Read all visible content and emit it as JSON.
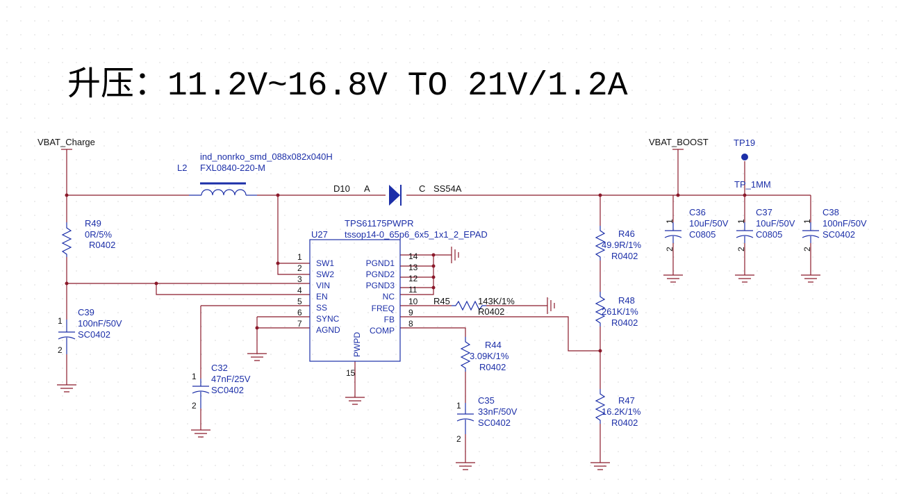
{
  "title": "升压：11.2V~16.8V TO 21V/1.2A",
  "nets": {
    "vbat_charge": "VBAT_Charge",
    "vbat_boost": "VBAT_BOOST",
    "tp19": "TP19",
    "tp_1mm": "TP_1MM"
  },
  "inductor": {
    "ref": "L2",
    "footprint": "ind_nonrko_smd_088x082x040H",
    "value": "FXL0840-220-M"
  },
  "diode": {
    "ref": "D10",
    "anode": "A",
    "cathode": "C",
    "value": "SS54A"
  },
  "ic": {
    "ref": "U27",
    "part": "TPS61175PWPR",
    "package": "tssop14-0_65p6_6x5_1x1_2_EPAD",
    "left_pins": [
      {
        "num": "1",
        "name": "SW1"
      },
      {
        "num": "2",
        "name": "SW2"
      },
      {
        "num": "3",
        "name": "VIN"
      },
      {
        "num": "4",
        "name": "EN"
      },
      {
        "num": "5",
        "name": "SS"
      },
      {
        "num": "6",
        "name": "SYNC"
      },
      {
        "num": "7",
        "name": "AGND"
      }
    ],
    "right_pins": [
      {
        "num": "14",
        "name": "PGND1"
      },
      {
        "num": "13",
        "name": "PGND2"
      },
      {
        "num": "12",
        "name": "PGND3"
      },
      {
        "num": "11",
        "name": "NC"
      },
      {
        "num": "10",
        "name": "FREQ"
      },
      {
        "num": "9",
        "name": "FB"
      },
      {
        "num": "8",
        "name": "COMP"
      }
    ],
    "pad_name": "PWPD",
    "pad_num": "15"
  },
  "r49": {
    "ref": "R49",
    "value": "0R/5%",
    "pkg": "R0402"
  },
  "c39": {
    "ref": "C39",
    "value": "100nF/50V",
    "pkg": "SC0402",
    "p1": "1",
    "p2": "2"
  },
  "c32": {
    "ref": "C32",
    "value": "47nF/25V",
    "pkg": "SC0402",
    "p1": "1",
    "p2": "2"
  },
  "r45": {
    "ref": "R45",
    "value": "143K/1%",
    "pkg": "R0402"
  },
  "r44": {
    "ref": "R44",
    "value": "3.09K/1%",
    "pkg": "R0402"
  },
  "c35": {
    "ref": "C35",
    "value": "33nF/50V",
    "pkg": "SC0402",
    "p1": "1",
    "p2": "2"
  },
  "r46": {
    "ref": "R46",
    "value": "49.9R/1%",
    "pkg": "R0402"
  },
  "r48": {
    "ref": "R48",
    "value": "261K/1%",
    "pkg": "R0402"
  },
  "r47": {
    "ref": "R47",
    "value": "16.2K/1%",
    "pkg": "R0402"
  },
  "c36": {
    "ref": "C36",
    "value": "10uF/50V",
    "pkg": "C0805",
    "p1": "1",
    "p2": "2"
  },
  "c37": {
    "ref": "C37",
    "value": "10uF/50V",
    "pkg": "C0805",
    "p1": "1",
    "p2": "2"
  },
  "c38": {
    "ref": "C38",
    "value": "100nF/50V",
    "pkg": "SC0402",
    "p1": "1",
    "p2": "2"
  },
  "colors": {
    "wire": "#8b1a2b",
    "component": "#1c2fa8",
    "grid_dot": "#d8d8d8",
    "text": "#111111"
  }
}
